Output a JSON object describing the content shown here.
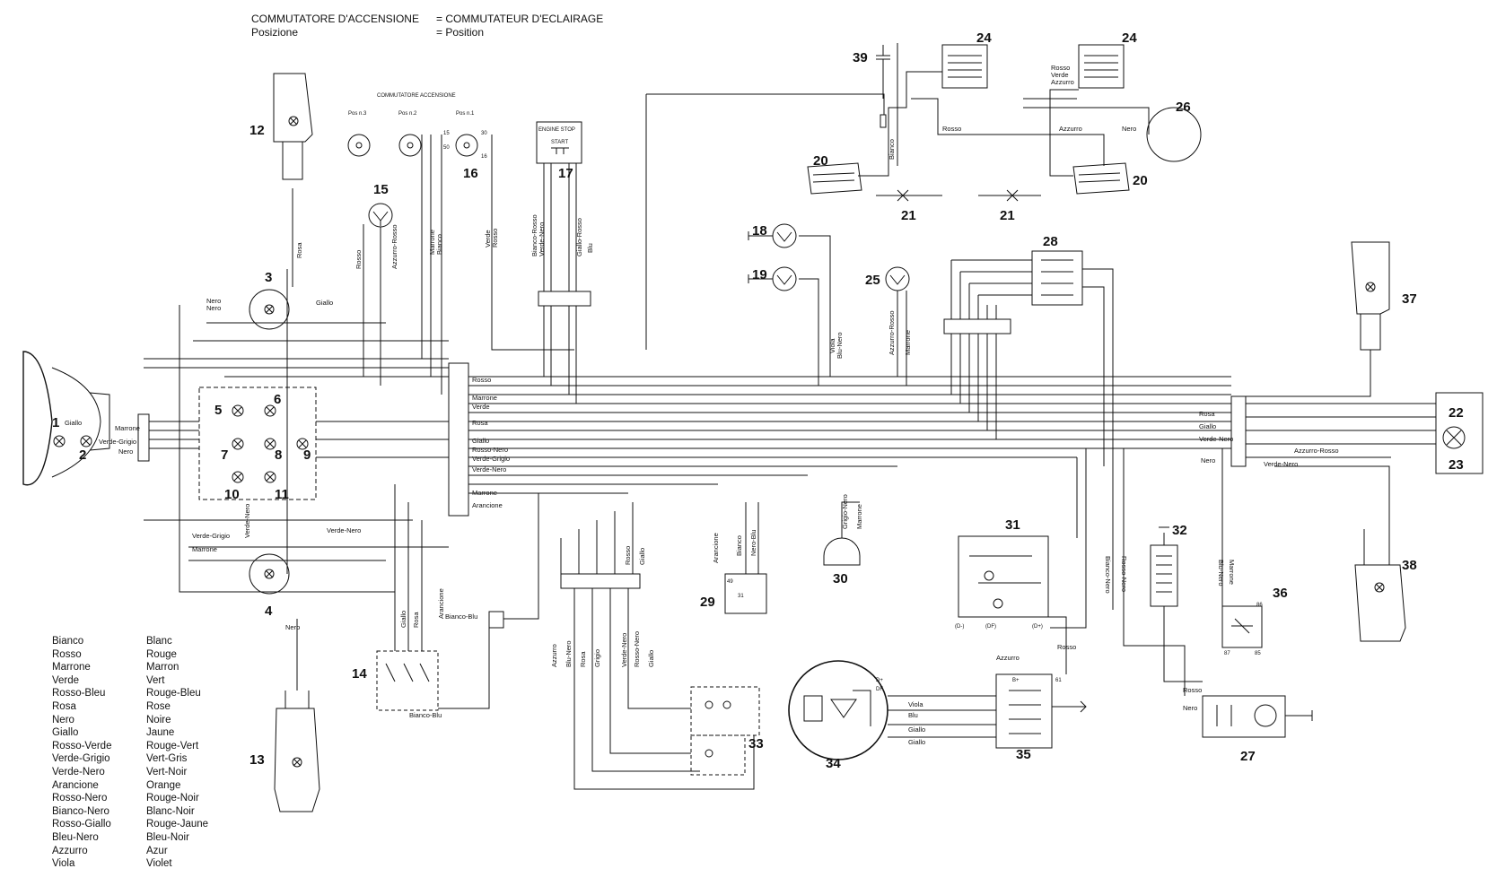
{
  "header": {
    "left_line1": "COMMUTATORE D'ACCENSIONE",
    "left_line2": "Posizione",
    "right_line1": "= COMMUTATEUR D'ECLAIRAGE",
    "right_line2": "= Position"
  },
  "switch_box": {
    "title": "COMMUTATORE ACCENSIONE",
    "pos3": "Pos n.3",
    "pos2": "Pos n.2",
    "pos1": "Pos n.1",
    "engine_stop": "ENGINE STOP",
    "start": "START"
  },
  "legend": [
    {
      "it": "Bianco",
      "fr": "Blanc"
    },
    {
      "it": "Rosso",
      "fr": "Rouge"
    },
    {
      "it": "Marrone",
      "fr": "Marron"
    },
    {
      "it": "Verde",
      "fr": "Vert"
    },
    {
      "it": "Rosso-Bleu",
      "fr": "Rouge-Bleu"
    },
    {
      "it": "Rosa",
      "fr": "Rose"
    },
    {
      "it": "Nero",
      "fr": "Noire"
    },
    {
      "it": "Giallo",
      "fr": "Jaune"
    },
    {
      "it": "Rosso-Verde",
      "fr": "Rouge-Vert"
    },
    {
      "it": "Verde-Grigio",
      "fr": "Vert-Gris"
    },
    {
      "it": "Verde-Nero",
      "fr": "Vert-Noir"
    },
    {
      "it": "Arancione",
      "fr": "Orange"
    },
    {
      "it": "Rosso-Nero",
      "fr": "Rouge-Noir"
    },
    {
      "it": "Bianco-Nero",
      "fr": "Blanc-Noir"
    },
    {
      "it": "Rosso-Giallo",
      "fr": "Rouge-Jaune"
    },
    {
      "it": "Bleu-Nero",
      "fr": "Bleu-Noir"
    },
    {
      "it": "Azzurro",
      "fr": "Azur"
    },
    {
      "it": "Viola",
      "fr": "Violet"
    }
  ],
  "components": {
    "c1": "1",
    "c2": "2",
    "c3": "3",
    "c4": "4",
    "c5": "5",
    "c6": "6",
    "c7": "7",
    "c8": "8",
    "c9": "9",
    "c10": "10",
    "c11": "11",
    "c12": "12",
    "c13": "13",
    "c14": "14",
    "c15": "15",
    "c16": "16",
    "c17": "17",
    "c18": "18",
    "c19": "19",
    "c20a": "20",
    "c20b": "20",
    "c21a": "21",
    "c21b": "21",
    "c22": "22",
    "c23": "23",
    "c24a": "24",
    "c24b": "24",
    "c25": "25",
    "c26": "26",
    "c27": "27",
    "c28": "28",
    "c29": "29",
    "c30": "30",
    "c31": "31",
    "c32": "32",
    "c33": "33",
    "c34": "34",
    "c35": "35",
    "c36": "36",
    "c37": "37",
    "c38": "38",
    "c39": "39"
  },
  "wire_labels": {
    "giallo_1": "Giallo",
    "marrone_1": "Marrone",
    "verde_grigio_1": "Verde-Grigio",
    "nero_1": "Nero",
    "nero_top": "Nero",
    "nero_top2": "Nero",
    "giallo_top": "Giallo",
    "rosa_12": "Rosa",
    "rosso_15": "Rosso",
    "azzurro_rosso_15": "Azzurro-Rosso",
    "marrone_16": "Marrone",
    "bianco_16": "Bianco",
    "verde_16": "Verde",
    "rosso_16": "Rosso",
    "bianco_rosso_17": "Bianco-Rosso",
    "verde_nero_17": "Verde-Nero",
    "giallo_rosso_17": "Giallo-Rosso",
    "blu_17": "Blu",
    "viola_18": "Viola",
    "blu_nero_19": "Blu-Nero",
    "azzurro_rosso_25": "Azzurro-Rosso",
    "marrone_25": "Marrone",
    "rosso_bus": "Rosso",
    "marrone_bus": "Marrone",
    "verde_bus": "Verde",
    "rosa_bus": "Rosa",
    "giallo_bus": "Giallo",
    "rosso_nero_bus": "Rosso-Nero",
    "verde_grigio_bus": "Verde-Grigio",
    "verde_nero_bus": "Verde-Nero",
    "marrone_bus2": "Marrone",
    "arancione_bus": "Arancione",
    "rosa_22": "Rosa",
    "giallo_22": "Giallo",
    "verde_nero_22": "Verde-Nero",
    "azzurro_rosso_23": "Azzurro-Rosso",
    "verde_nero_23": "Verde-Nero",
    "nero_23": "Nero",
    "rosso_24": "Rosso",
    "verde_24": "Verde",
    "azzurro_24": "Azzurro",
    "azzurro_26": "Azzurro",
    "nero_26": "Nero",
    "bianco_nero_32": "Bianco-Nero",
    "rosso_nero_32": "Rosso-Nero",
    "blu_nero_36": "Blu-Nero",
    "marrone_36": "Marrone",
    "rosso_27": "Rosso",
    "nero_27": "Nero",
    "viola_34": "Viola",
    "blu_34": "Blu",
    "giallo_34a": "Giallo",
    "giallo_34b": "Giallo",
    "azzurro_35": "Azzurro",
    "rosso_35": "Rosso",
    "bianco_blu_14": "Bianco-Blu",
    "giallo_14": "Giallo",
    "rosa_14": "Rosa",
    "arancione_14": "Arancione",
    "nero_13": "Nero",
    "verde_nero_10": "Verde-Nero",
    "marrone_main": "Marrone",
    "verde_grigio_main": "Verde-Grigio",
    "verde_nero_main": "Verde-Nero",
    "arancione_29": "Arancione",
    "bianco_29": "Bianco",
    "nero_blu_29": "Nero-Blu",
    "grigio_nero_30": "Grigio-Nero",
    "marrone_30": "Marrone",
    "bianco_blu_conn": "Bianco-Blu",
    "rosso_conn": "Rosso",
    "giallo_conn": "Giallo",
    "azzurro_33": "Azzurro",
    "blu_nero_33": "Blu-Nero",
    "rosa_33": "Rosa",
    "grigio_33": "Grigio",
    "verde_nero_33": "Verde-Nero",
    "rosso_nero_33": "Rosso-Nero",
    "giallo_33": "Giallo",
    "bianco_39": "Bianco",
    "rosso_39": "Rosso"
  },
  "terminal_labels": {
    "t15": "15",
    "t30": "30",
    "t50": "50",
    "t16": "16",
    "t49": "49",
    "t31": "31",
    "tD_minus": "(D-)",
    "tDF": "(DF)",
    "tD_plus": "(D+)",
    "t86": "86",
    "t87": "87",
    "t85": "85",
    "tB": "B+",
    "tDplus34": "D+",
    "tDF34": "DF",
    "t61": "61"
  }
}
